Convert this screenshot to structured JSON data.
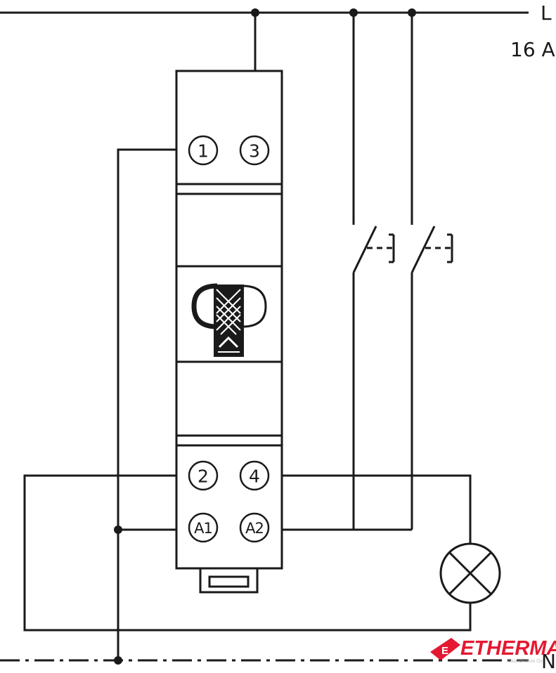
{
  "diagram": {
    "line_label": "L",
    "current_rating": "16 A",
    "neutral_label": "N",
    "terminals": {
      "t1": "1",
      "t3": "3",
      "t2": "2",
      "t4": "4",
      "a1": "A1",
      "a2": "A2"
    },
    "watermark": {
      "brand": "ETHERMA",
      "emblem_letter": "E",
      "subtitle": "Skandinavia Oy",
      "color": "#e3001b"
    }
  }
}
